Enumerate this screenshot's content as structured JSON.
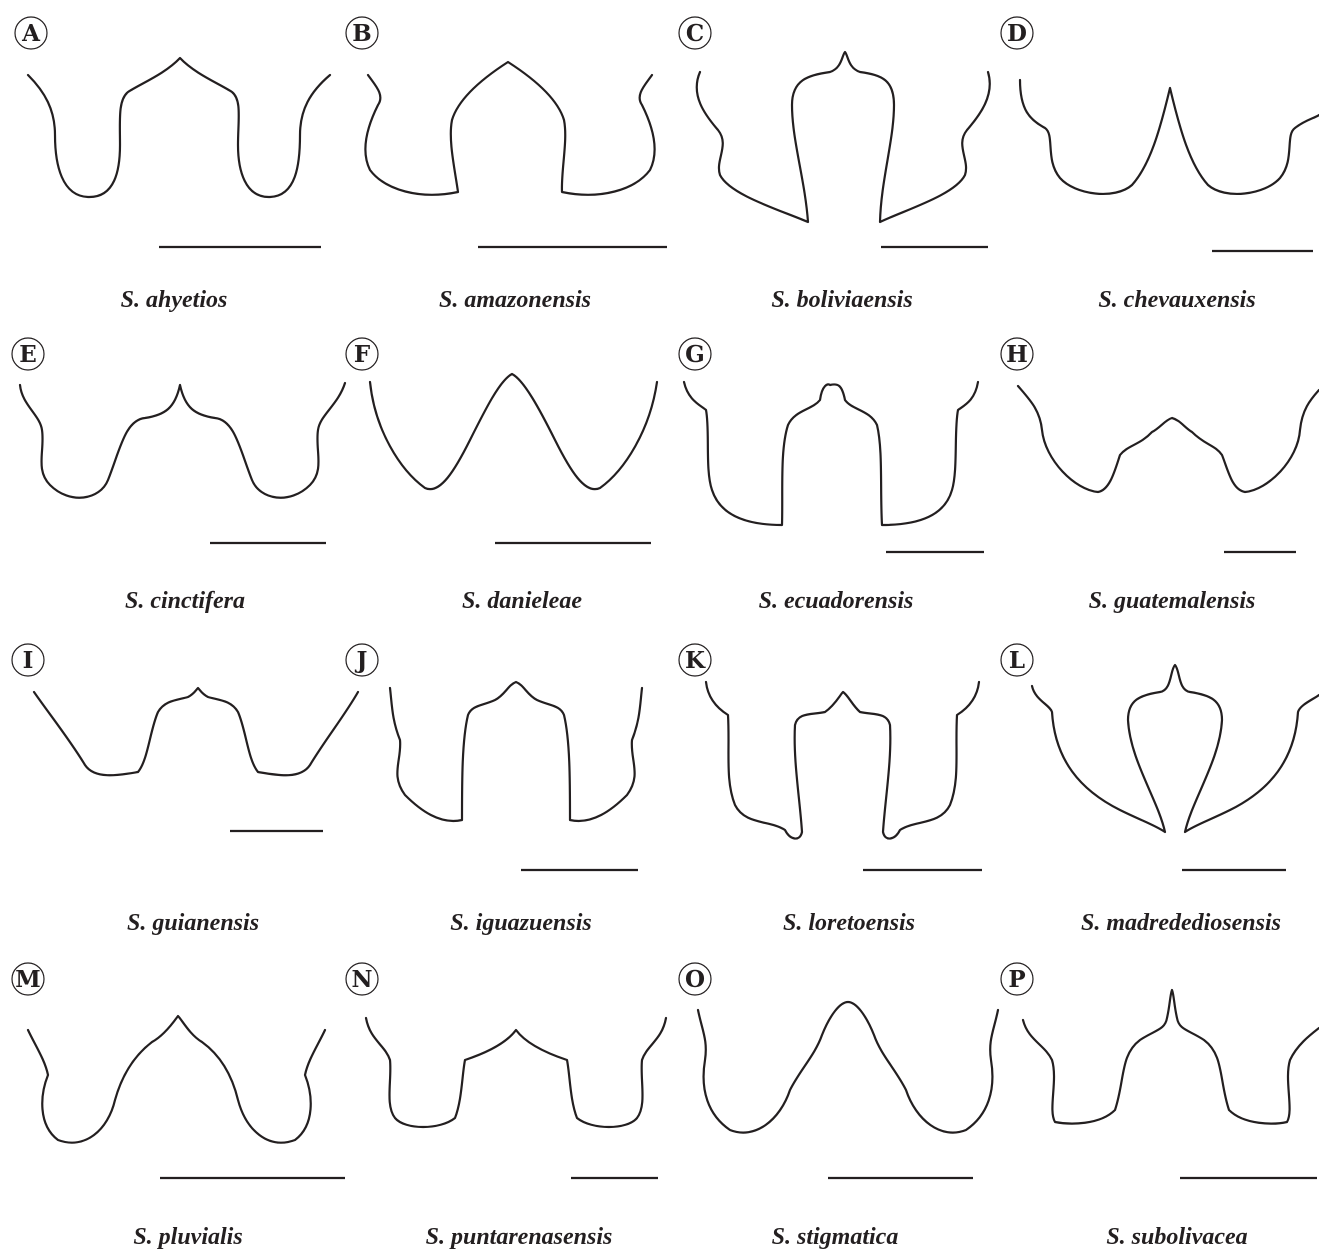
{
  "panels": [
    {
      "letter": "A",
      "species": "S. ahyetios"
    },
    {
      "letter": "B",
      "species": "S. amazonensis"
    },
    {
      "letter": "C",
      "species": "S. boliviaensis"
    },
    {
      "letter": "D",
      "species": "S. chevauxensis"
    },
    {
      "letter": "E",
      "species": "S. cinctifera"
    },
    {
      "letter": "F",
      "species": "S. danieleae"
    },
    {
      "letter": "G",
      "species": "S. ecuadorensis"
    },
    {
      "letter": "H",
      "species": "S. guatemalensis"
    },
    {
      "letter": "I",
      "species": "S. guianensis"
    },
    {
      "letter": "J",
      "species": "S. iguazuensis"
    },
    {
      "letter": "K",
      "species": "S. loretoensis"
    },
    {
      "letter": "L",
      "species": "S. madredediosensis"
    },
    {
      "letter": "M",
      "species": "S. pluvialis"
    },
    {
      "letter": "N",
      "species": "S. puntarenasensis"
    },
    {
      "letter": "O",
      "species": "S. stigmatica"
    },
    {
      "letter": "P",
      "species": "S. subolivacea"
    }
  ],
  "colors": {
    "ink": "#231f20",
    "background": "#ffffff"
  }
}
